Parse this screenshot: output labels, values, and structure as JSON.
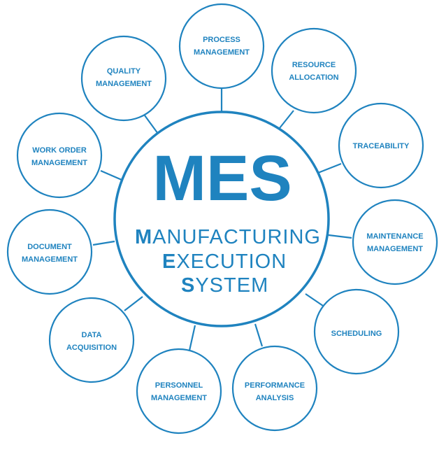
{
  "hub": {
    "acronym": "MES",
    "lines": [
      {
        "initial": "M",
        "rest": "ANUFACTURING"
      },
      {
        "initial": "E",
        "rest": "XECUTION"
      },
      {
        "initial": "S",
        "rest": "YSTEM"
      }
    ]
  },
  "nodes": [
    {
      "lines": [
        "PROCESS",
        "MANAGEMENT"
      ]
    },
    {
      "lines": [
        "RESOURCE",
        "ALLOCATION"
      ]
    },
    {
      "lines": [
        "TRACEABILITY"
      ]
    },
    {
      "lines": [
        "MAINTENANCE",
        "MANAGEMENT"
      ]
    },
    {
      "lines": [
        "SCHEDULING"
      ]
    },
    {
      "lines": [
        "PERFORMANCE",
        "ANALYSIS"
      ]
    },
    {
      "lines": [
        "PERSONNEL",
        "MANAGEMENT"
      ]
    },
    {
      "lines": [
        "DATA",
        "ACQUISITION"
      ]
    },
    {
      "lines": [
        "DOCUMENT",
        "MANAGEMENT"
      ]
    },
    {
      "lines": [
        "WORK ORDER",
        "MANAGEMENT"
      ]
    },
    {
      "lines": [
        "QUALITY",
        "MANAGEMENT"
      ]
    }
  ],
  "colors": {
    "accent": "#1f83bf",
    "background": "#ffffff"
  }
}
